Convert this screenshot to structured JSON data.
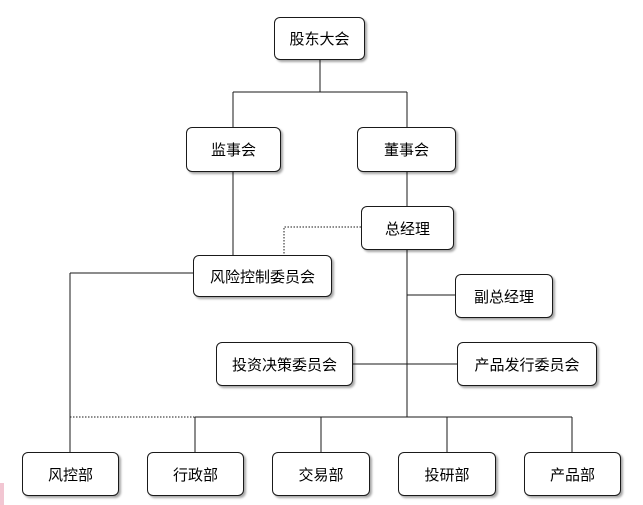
{
  "org_chart": {
    "shareholders_meeting": "股东大会",
    "supervisory_board": "监事会",
    "board_of_directors": "董事会",
    "general_manager": "总经理",
    "risk_control_committee": "风险控制委员会",
    "deputy_general_manager": "副总经理",
    "investment_committee": "投资决策委员会",
    "product_issuance_committee": "产品发行委员会",
    "departments": [
      "风控部",
      "行政部",
      "交易部",
      "投研部",
      "产品部"
    ]
  },
  "colors": {
    "line": "#1a1a1a",
    "box_border": "#1a1a1a",
    "background": "#ffffff"
  }
}
